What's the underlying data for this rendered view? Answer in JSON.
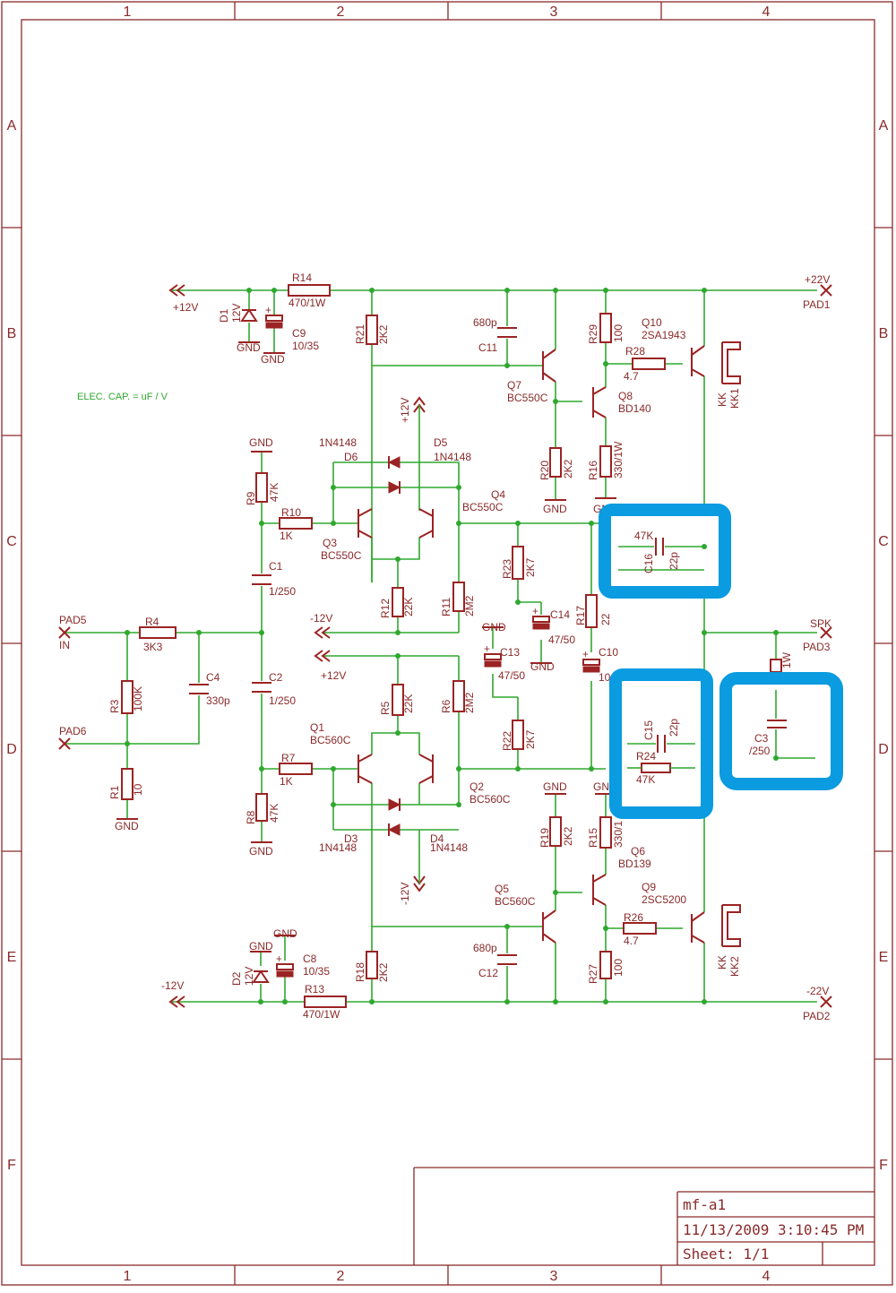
{
  "frame": {
    "columns": [
      "1",
      "2",
      "3",
      "4"
    ],
    "rows": [
      "A",
      "B",
      "C",
      "D",
      "E",
      "F"
    ]
  },
  "title_block": {
    "name": "mf-a1",
    "date": "11/13/2009 3:10:45 PM",
    "sheet": "Sheet: 1/1"
  },
  "note": "ELEC. CAP. = uF / V",
  "supplies": {
    "p12_left": "+12V",
    "m12_left": "-12V",
    "p22": "+22V",
    "m22": "-22V",
    "pad1": "PAD1",
    "pad2": "PAD2",
    "pad3": "PAD3",
    "spk": "SPK",
    "pad5": "PAD5",
    "pad6": "PAD6",
    "in": "IN",
    "p12_rail": "+12V",
    "m12_rail": "-12V",
    "p12_lbl": "+12V",
    "m12_lbl": "-12V",
    "p12_arrow": "+12V",
    "m12_arrow": "-12V"
  },
  "gnd": "GND",
  "components": {
    "R14": {
      "ref": "R14",
      "val": "470/1W"
    },
    "R13": {
      "ref": "R13",
      "val": "470/1W"
    },
    "D1": {
      "ref": "D1",
      "val": "12V"
    },
    "D2": {
      "ref": "D2",
      "val": "12V"
    },
    "C9": {
      "ref": "C9",
      "val": "10/35"
    },
    "C8": {
      "ref": "C8",
      "val": "10/35"
    },
    "R21": {
      "ref": "R21",
      "val": "2K2"
    },
    "R18": {
      "ref": "R18",
      "val": "2K2"
    },
    "C11": {
      "ref": "C11",
      "val": "680p"
    },
    "C12": {
      "ref": "C12",
      "val": "680p"
    },
    "Q7": {
      "ref": "Q7",
      "val": "BC550C"
    },
    "Q5": {
      "ref": "Q5",
      "val": "BC560C"
    },
    "R29": {
      "ref": "R29",
      "val": "100"
    },
    "R27": {
      "ref": "R27",
      "val": "100"
    },
    "Q10": {
      "ref": "Q10",
      "val": "2SA1943"
    },
    "Q9": {
      "ref": "Q9",
      "val": "2SC5200"
    },
    "R28": {
      "ref": "R28",
      "val": "4.7"
    },
    "R26": {
      "ref": "R26",
      "val": "4.7"
    },
    "Q8": {
      "ref": "Q8",
      "val": "BD140"
    },
    "Q6": {
      "ref": "Q6",
      "val": "BD139"
    },
    "KK1": {
      "ref": "KK1",
      "val": "KK"
    },
    "KK2": {
      "ref": "KK2",
      "val": "KK"
    },
    "R20": {
      "ref": "R20",
      "val": "2K2"
    },
    "R19": {
      "ref": "R19",
      "val": "2K2"
    },
    "R16": {
      "ref": "R16",
      "val": "330/1W"
    },
    "R15": {
      "ref": "R15",
      "val": "330/1"
    },
    "D6": {
      "ref": "D6",
      "val": "1N4148"
    },
    "D5": {
      "ref": "D5",
      "val": "1N4148"
    },
    "D3": {
      "ref": "D3",
      "val": "1N4148"
    },
    "D4": {
      "ref": "D4",
      "val": "1N4148"
    },
    "Q4": {
      "ref": "Q4",
      "val": "BC550C"
    },
    "Q3": {
      "ref": "Q3",
      "val": "BC550C"
    },
    "Q1": {
      "ref": "Q1",
      "val": "BC560C"
    },
    "Q2": {
      "ref": "Q2",
      "val": "BC560C"
    },
    "R9": {
      "ref": "R9",
      "val": "47K"
    },
    "R8": {
      "ref": "R8",
      "val": "47K"
    },
    "R10": {
      "ref": "R10",
      "val": "1K"
    },
    "R7": {
      "ref": "R7",
      "val": "1K"
    },
    "C1": {
      "ref": "C1",
      "val": "1/250"
    },
    "C2": {
      "ref": "C2",
      "val": "1/250"
    },
    "R12": {
      "ref": "R12",
      "val": "22K"
    },
    "R5": {
      "ref": "R5",
      "val": "22K"
    },
    "R11": {
      "ref": "R11",
      "val": "2M2"
    },
    "R6": {
      "ref": "R6",
      "val": "2M2"
    },
    "R23": {
      "ref": "R23",
      "val": "2K7"
    },
    "R22": {
      "ref": "R22",
      "val": "2K7"
    },
    "C14": {
      "ref": "C14",
      "val": "47/50"
    },
    "C13": {
      "ref": "C13",
      "val": "47/50"
    },
    "R17": {
      "ref": "R17",
      "val": "22"
    },
    "C10": {
      "ref": "C10",
      "val": "10"
    },
    "R4": {
      "ref": "R4",
      "val": "3K3"
    },
    "C4": {
      "ref": "C4",
      "val": "330p"
    },
    "R3": {
      "ref": "R3",
      "val": "100K"
    },
    "R1": {
      "ref": "R1",
      "val": "10"
    },
    "R25": {
      "ref": "",
      "val": "47K"
    },
    "C16": {
      "ref": "C16",
      "val": "22p"
    },
    "C15": {
      "ref": "C15",
      "val": "22p"
    },
    "R24": {
      "ref": "R24",
      "val": "47K"
    },
    "C3": {
      "ref": "C3",
      "val": "/250"
    },
    "R2": {
      "ref": "",
      "val": "1W"
    }
  },
  "colors": {
    "wire": "#2fa82f",
    "component": "#9b2323",
    "frame": "#8a2a2a",
    "highlight": "#0a9be0"
  },
  "highlights": [
    "highlight-box-c16",
    "highlight-box-c15-r24",
    "highlight-box-c3"
  ]
}
